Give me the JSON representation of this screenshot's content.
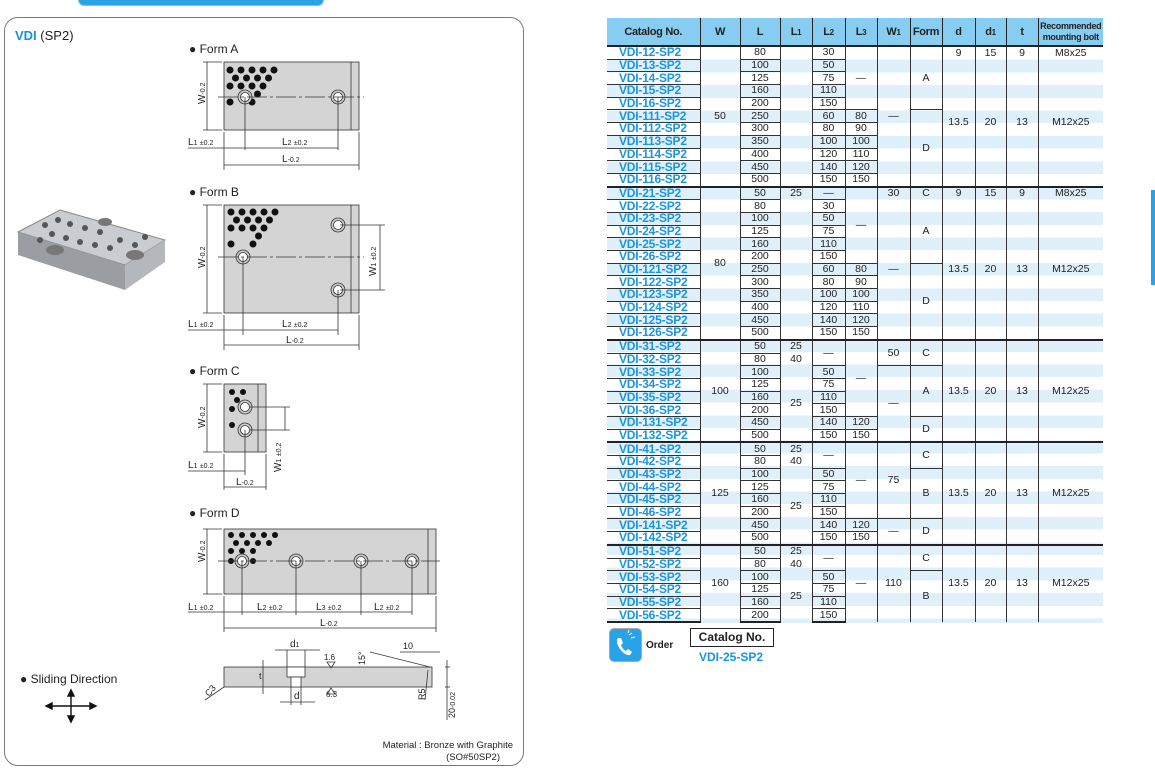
{
  "panel": {
    "title_code": "VDI",
    "title_suffix": "(SP2)",
    "forms": {
      "a": "Form A",
      "b": "Form B",
      "c": "Form C",
      "d": "Form D"
    },
    "dims": {
      "W": "W",
      "W1": "W",
      "L": "L",
      "L1": "L",
      "L2": "L",
      "L3": "L",
      "sub1": "1",
      "sub2": "2",
      "sub3": "3",
      "tol_pm": "±0.2",
      "tol_up": "0",
      "tol_dn": "-0.2",
      "d": "d",
      "d1": "d",
      "t": "t",
      "r16": "1.6",
      "r63": "6.3",
      "angle": "15°",
      "ten": "10",
      "c3": "C3",
      "r5": "R5",
      "thick": "20",
      "thick_tol_up": "0",
      "thick_tol_dn": "-0.02"
    },
    "sliding_direction": "Sliding Direction",
    "material_line1": "Material : Bronze with Graphite",
    "material_line2": "(SO#50SP2)"
  },
  "table": {
    "headers": [
      "Catalog No.",
      "W",
      "L",
      "L1",
      "L2",
      "L3",
      "W1",
      "Form",
      "d",
      "d1",
      "t",
      "Recommended mounting bolt"
    ],
    "groups": [
      [
        [
          [
            "VDI-12-SP2",
            1
          ],
          [
            "50",
            11
          ],
          [
            "80",
            1
          ],
          [
            "",
            11
          ],
          [
            "30",
            1
          ],
          [
            "—",
            5
          ],
          [
            "—",
            11
          ],
          [
            "A",
            5
          ],
          [
            "9",
            1
          ],
          [
            "15",
            1
          ],
          [
            "9",
            1
          ],
          [
            "M8x25",
            1
          ]
        ],
        [
          [
            "VDI-13-SP2",
            1
          ],
          [
            "100",
            1
          ],
          [
            "50",
            1
          ],
          [
            "13.5",
            10
          ],
          [
            "20",
            10
          ],
          [
            "13",
            10
          ],
          [
            "M12x25",
            10
          ]
        ],
        [
          [
            "VDI-14-SP2",
            1
          ],
          [
            "125",
            1
          ],
          [
            "75",
            1
          ]
        ],
        [
          [
            "VDI-15-SP2",
            1
          ],
          [
            "160",
            1
          ],
          [
            "110",
            1
          ]
        ],
        [
          [
            "VDI-16-SP2",
            1
          ],
          [
            "200",
            1
          ],
          [
            "150",
            1
          ]
        ],
        [
          [
            "VDI-111-SP2",
            1
          ],
          [
            "250",
            1
          ],
          [
            "60",
            1
          ],
          [
            "80",
            1
          ],
          [
            "D",
            6
          ]
        ],
        [
          [
            "VDI-112-SP2",
            1
          ],
          [
            "300",
            1
          ],
          [
            "80",
            1
          ],
          [
            "90",
            1
          ]
        ],
        [
          [
            "VDI-113-SP2",
            1
          ],
          [
            "350",
            1
          ],
          [
            "100",
            1
          ],
          [
            "100",
            1
          ]
        ],
        [
          [
            "VDI-114-SP2",
            1
          ],
          [
            "400",
            1
          ],
          [
            "120",
            1
          ],
          [
            "110",
            1
          ]
        ],
        [
          [
            "VDI-115-SP2",
            1
          ],
          [
            "450",
            1
          ],
          [
            "140",
            1
          ],
          [
            "120",
            1
          ]
        ],
        [
          [
            "VDI-116-SP2",
            1
          ],
          [
            "500",
            1
          ],
          [
            "150",
            1
          ],
          [
            "150",
            1
          ]
        ]
      ],
      [
        [
          [
            "VDI-21-SP2",
            1
          ],
          [
            "80",
            12
          ],
          [
            "50",
            1
          ],
          [
            "25",
            1
          ],
          [
            "—",
            1
          ],
          [
            "—",
            6
          ],
          [
            "30",
            1
          ],
          [
            "C",
            1
          ],
          [
            "9",
            1
          ],
          [
            "15",
            1
          ],
          [
            "9",
            1
          ],
          [
            "M8x25",
            1
          ]
        ],
        [
          [
            "VDI-22-SP2",
            1
          ],
          [
            "80",
            1
          ],
          [
            "",
            11
          ],
          [
            "30",
            1
          ],
          [
            "—",
            11
          ],
          [
            "A",
            5
          ],
          [
            "13.5",
            11
          ],
          [
            "20",
            11
          ],
          [
            "13",
            11
          ],
          [
            "M12x25",
            11
          ]
        ],
        [
          [
            "VDI-23-SP2",
            1
          ],
          [
            "100",
            1
          ],
          [
            "50",
            1
          ]
        ],
        [
          [
            "VDI-24-SP2",
            1
          ],
          [
            "125",
            1
          ],
          [
            "75",
            1
          ]
        ],
        [
          [
            "VDI-25-SP2",
            1
          ],
          [
            "160",
            1
          ],
          [
            "110",
            1
          ]
        ],
        [
          [
            "VDI-26-SP2",
            1
          ],
          [
            "200",
            1
          ],
          [
            "150",
            1
          ]
        ],
        [
          [
            "VDI-121-SP2",
            1
          ],
          [
            "250",
            1
          ],
          [
            "60",
            1
          ],
          [
            "80",
            1
          ],
          [
            "D",
            6
          ]
        ],
        [
          [
            "VDI-122-SP2",
            1
          ],
          [
            "300",
            1
          ],
          [
            "80",
            1
          ],
          [
            "90",
            1
          ]
        ],
        [
          [
            "VDI-123-SP2",
            1
          ],
          [
            "350",
            1
          ],
          [
            "100",
            1
          ],
          [
            "100",
            1
          ]
        ],
        [
          [
            "VDI-124-SP2",
            1
          ],
          [
            "400",
            1
          ],
          [
            "120",
            1
          ],
          [
            "110",
            1
          ]
        ],
        [
          [
            "VDI-125-SP2",
            1
          ],
          [
            "450",
            1
          ],
          [
            "140",
            1
          ],
          [
            "120",
            1
          ]
        ],
        [
          [
            "VDI-126-SP2",
            1
          ],
          [
            "500",
            1
          ],
          [
            "150",
            1
          ],
          [
            "150",
            1
          ]
        ]
      ],
      [
        [
          [
            "VDI-31-SP2",
            1
          ],
          [
            "100",
            8
          ],
          [
            "50",
            1
          ],
          [
            "25",
            1
          ],
          [
            "—",
            2
          ],
          [
            "—",
            6
          ],
          [
            "50",
            2
          ],
          [
            "C",
            2
          ],
          [
            "13.5",
            8
          ],
          [
            "20",
            8
          ],
          [
            "13",
            8
          ],
          [
            "M12x25",
            8
          ]
        ],
        [
          [
            "VDI-32-SP2",
            1
          ],
          [
            "80",
            1
          ],
          [
            "40",
            1
          ]
        ],
        [
          [
            "VDI-33-SP2",
            1
          ],
          [
            "100",
            1
          ],
          [
            "25",
            6
          ],
          [
            "50",
            1
          ],
          [
            "—",
            6
          ],
          [
            "A",
            4
          ]
        ],
        [
          [
            "VDI-34-SP2",
            1
          ],
          [
            "125",
            1
          ],
          [
            "75",
            1
          ]
        ],
        [
          [
            "VDI-35-SP2",
            1
          ],
          [
            "160",
            1
          ],
          [
            "110",
            1
          ]
        ],
        [
          [
            "VDI-36-SP2",
            1
          ],
          [
            "200",
            1
          ],
          [
            "150",
            1
          ]
        ],
        [
          [
            "VDI-131-SP2",
            1
          ],
          [
            "450",
            1
          ],
          [
            "140",
            1
          ],
          [
            "120",
            1
          ],
          [
            "D",
            2
          ]
        ],
        [
          [
            "VDI-132-SP2",
            1
          ],
          [
            "500",
            1
          ],
          [
            "150",
            1
          ],
          [
            "150",
            1
          ]
        ]
      ],
      [
        [
          [
            "VDI-41-SP2",
            1
          ],
          [
            "125",
            8
          ],
          [
            "50",
            1
          ],
          [
            "25",
            1
          ],
          [
            "—",
            2
          ],
          [
            "—",
            6
          ],
          [
            "75",
            6
          ],
          [
            "C",
            2
          ],
          [
            "13.5",
            8
          ],
          [
            "20",
            8
          ],
          [
            "13",
            8
          ],
          [
            "M12x25",
            8
          ]
        ],
        [
          [
            "VDI-42-SP2",
            1
          ],
          [
            "80",
            1
          ],
          [
            "40",
            1
          ]
        ],
        [
          [
            "VDI-43-SP2",
            1
          ],
          [
            "100",
            1
          ],
          [
            "25",
            6
          ],
          [
            "50",
            1
          ],
          [
            "B",
            4
          ]
        ],
        [
          [
            "VDI-44-SP2",
            1
          ],
          [
            "125",
            1
          ],
          [
            "75",
            1
          ]
        ],
        [
          [
            "VDI-45-SP2",
            1
          ],
          [
            "160",
            1
          ],
          [
            "110",
            1
          ]
        ],
        [
          [
            "VDI-46-SP2",
            1
          ],
          [
            "200",
            1
          ],
          [
            "150",
            1
          ]
        ],
        [
          [
            "VDI-141-SP2",
            1
          ],
          [
            "450",
            1
          ],
          [
            "140",
            1
          ],
          [
            "120",
            1
          ],
          [
            "—",
            2
          ],
          [
            "D",
            2
          ]
        ],
        [
          [
            "VDI-142-SP2",
            1
          ],
          [
            "500",
            1
          ],
          [
            "150",
            1
          ],
          [
            "150",
            1
          ]
        ]
      ],
      [
        [
          [
            "VDI-51-SP2",
            1
          ],
          [
            "160",
            6
          ],
          [
            "50",
            1
          ],
          [
            "25",
            1
          ],
          [
            "—",
            2
          ],
          [
            "—",
            6
          ],
          [
            "110",
            6
          ],
          [
            "C",
            2
          ],
          [
            "13.5",
            6
          ],
          [
            "20",
            6
          ],
          [
            "13",
            6
          ],
          [
            "M12x25",
            6
          ]
        ],
        [
          [
            "VDI-52-SP2",
            1
          ],
          [
            "80",
            1
          ],
          [
            "40",
            1
          ]
        ],
        [
          [
            "VDI-53-SP2",
            1
          ],
          [
            "100",
            1
          ],
          [
            "25",
            4
          ],
          [
            "50",
            1
          ],
          [
            "B",
            4
          ]
        ],
        [
          [
            "VDI-54-SP2",
            1
          ],
          [
            "125",
            1
          ],
          [
            "75",
            1
          ]
        ],
        [
          [
            "VDI-55-SP2",
            1
          ],
          [
            "160",
            1
          ],
          [
            "110",
            1
          ]
        ],
        [
          [
            "VDI-56-SP2",
            1
          ],
          [
            "200",
            1
          ],
          [
            "150",
            1
          ]
        ]
      ]
    ]
  },
  "order": {
    "label": "Order",
    "catalog_label": "Catalog  No.",
    "example": "VDI-25-SP2",
    "icon": "phone-icon"
  },
  "colors": {
    "accent": "#1a95e0",
    "header": "#86cdf1",
    "stripe": "#dff0fb"
  }
}
